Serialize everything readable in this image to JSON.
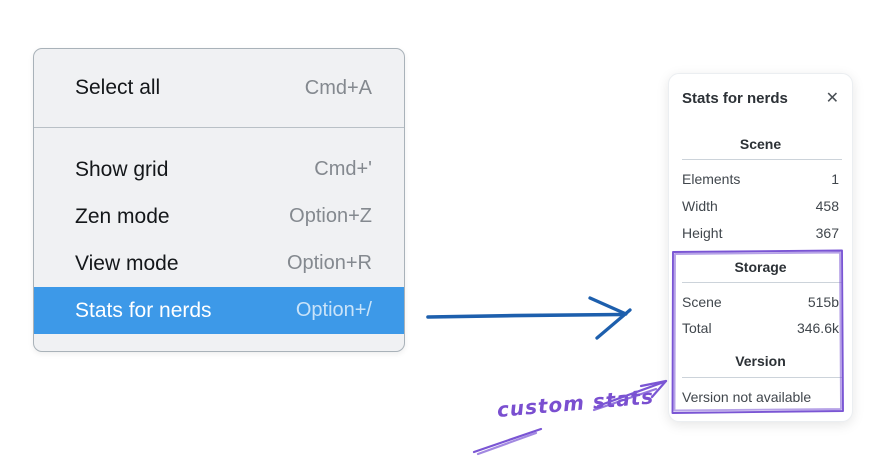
{
  "colors": {
    "menu_highlight": "#3d99e8",
    "arrow_blue": "#1d5fad",
    "annotation_purple": "#7a55d4",
    "panel_divider": "#ccd3da"
  },
  "context_menu": {
    "items": [
      {
        "label": "Select all",
        "shortcut": "Cmd+A",
        "selected": false
      },
      {
        "label": "Show grid",
        "shortcut": "Cmd+'",
        "selected": false
      },
      {
        "label": "Zen mode",
        "shortcut": "Option+Z",
        "selected": false
      },
      {
        "label": "View mode",
        "shortcut": "Option+R",
        "selected": false
      },
      {
        "label": "Stats for nerds",
        "shortcut": "Option+/",
        "selected": true
      }
    ]
  },
  "stats_panel": {
    "title": "Stats for nerds",
    "close_icon": "✕",
    "sections": [
      {
        "heading": "Scene",
        "rows": [
          {
            "label": "Elements",
            "value": "1"
          },
          {
            "label": "Width",
            "value": "458"
          },
          {
            "label": "Height",
            "value": "367"
          }
        ]
      },
      {
        "heading": "Storage",
        "rows": [
          {
            "label": "Scene",
            "value": "515b"
          },
          {
            "label": "Total",
            "value": "346.6k"
          }
        ]
      },
      {
        "heading": "Version",
        "note": "Version not available"
      }
    ]
  },
  "annotation": {
    "label": "custom stats"
  }
}
